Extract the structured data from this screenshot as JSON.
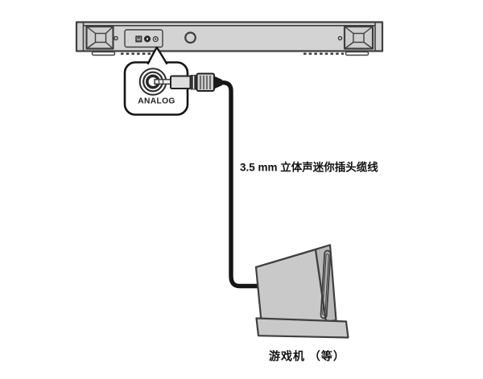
{
  "colors": {
    "outline": "#3f3f3f",
    "cable": "#161616",
    "soundbar_fill": "#d3d3d3",
    "speaker_fill": "#cecece",
    "panel_fill": "#ffffff",
    "callout_fill": "#ffffff",
    "console_front": "#c9c9c9",
    "console_top": "#dedede",
    "console_side": "#b9b9b9",
    "label_text": "#111111"
  },
  "icons": {
    "speaker_grille": "square-pyramid-grille",
    "panel_square_port": "▤",
    "panel_round_port_large": "◉",
    "panel_round_port_small": "◎",
    "bass_reflex_port": "○",
    "analog_jack": "concentric-rings-jack",
    "mini_plug": "3.5mm-stereo-mini-plug"
  },
  "callout": {
    "jack_label": "ANALOG"
  },
  "labels": {
    "cable": "3.5 mm 立体声迷你插头缆线",
    "console": "游戏机 （等）"
  }
}
